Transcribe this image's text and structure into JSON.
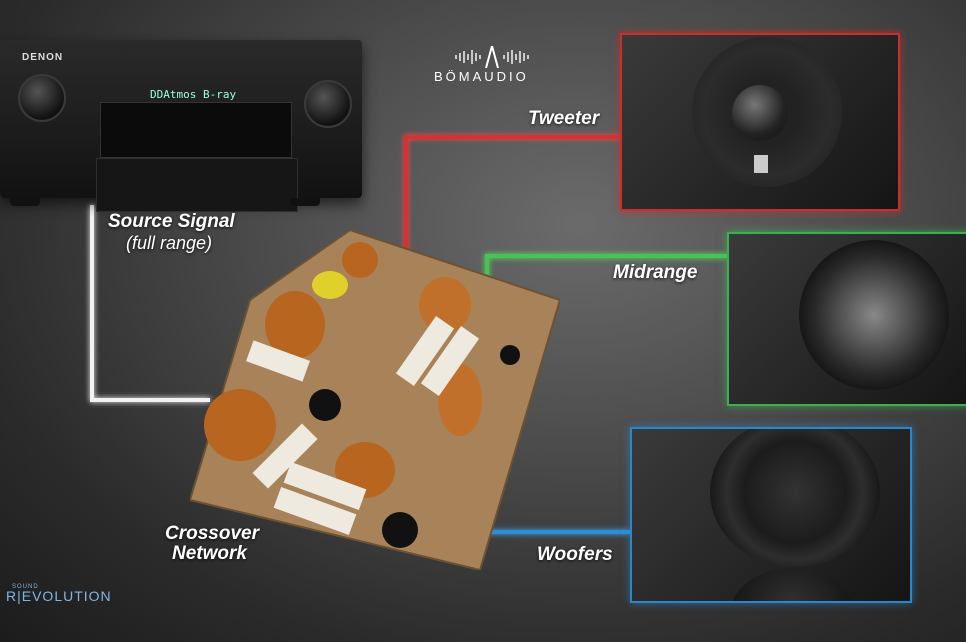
{
  "receiver": {
    "brand": "DENON",
    "display_text": "DDAtmos   B-ray"
  },
  "logo": {
    "text": "BÖMAUDIO"
  },
  "labels": {
    "tweeter": "Tweeter",
    "midrange": "Midrange",
    "woofers": "Woofers",
    "source_signal": "Source Signal",
    "source_range": "(full range)",
    "crossover_line1": "Crossover",
    "crossover_line2": "Network"
  },
  "footer_brand": {
    "small": "SOUND",
    "main": "R|EVOLUTION"
  },
  "colors": {
    "source_wire": "#f2f2f2",
    "tweeter_wire": "#d63232",
    "midrange_wire": "#49c25a",
    "woofer_wire": "#2b8fd6"
  }
}
